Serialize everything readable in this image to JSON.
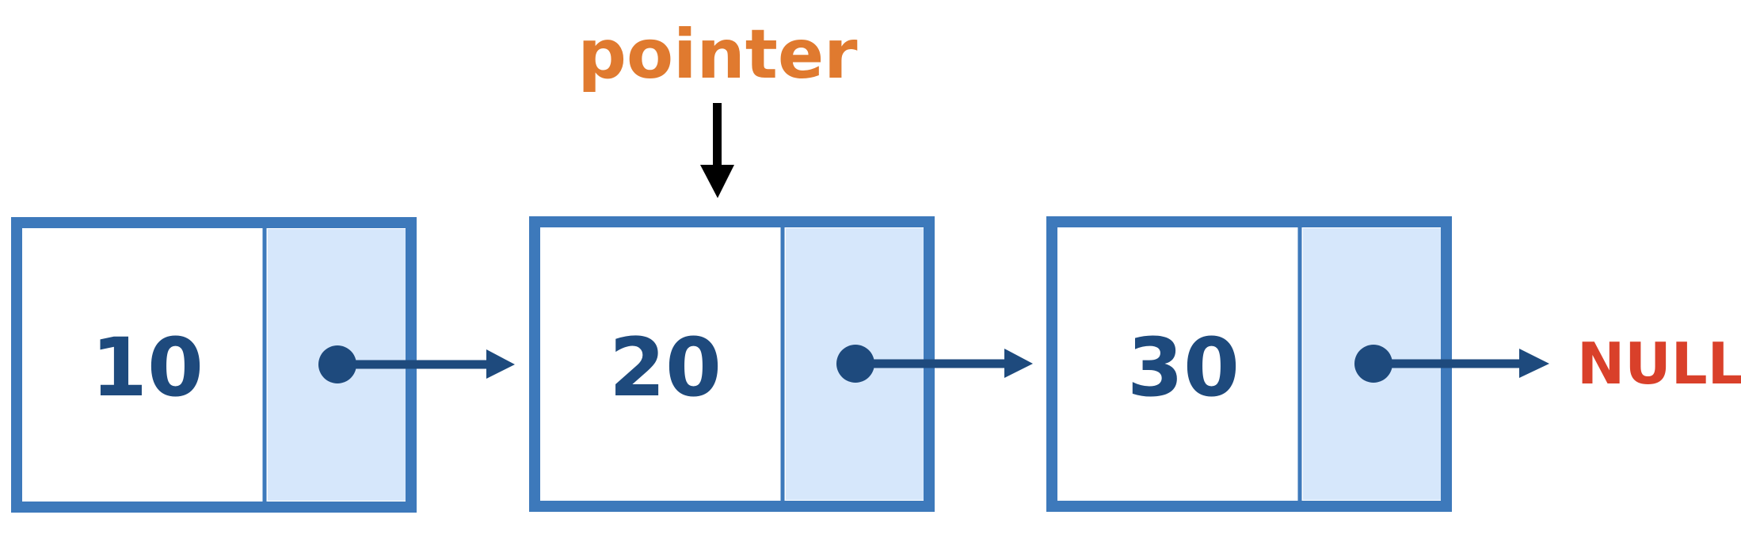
{
  "pointer_label": "pointer",
  "nodes": [
    {
      "value": "10"
    },
    {
      "value": "20"
    },
    {
      "value": "30"
    }
  ],
  "terminal_label": "NULL",
  "colors": {
    "node_border": "#3d79bb",
    "pointer_field_fill": "#d6e7fb",
    "value_text": "#1e4a7d",
    "link": "#1e4a7d",
    "pointer_label": "#e07a2f",
    "null_label": "#d9402a",
    "head_arrow": "#000000"
  }
}
